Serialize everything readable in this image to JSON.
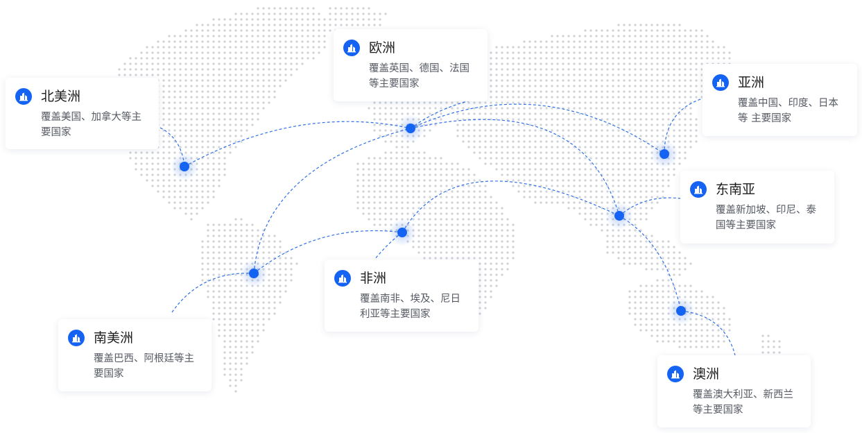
{
  "colors": {
    "accent": "#1463f3",
    "dot": "#cfd2d8",
    "route": "#2f6fe8",
    "card_title": "#1d1d1f",
    "card_text": "#555a63"
  },
  "icon": "building-badge-icon",
  "regions": [
    {
      "id": "north-america",
      "title": "北美洲",
      "desc": "覆盖美国、加拿大等主要国家"
    },
    {
      "id": "europe",
      "title": "欧洲",
      "desc": "覆盖英国、德国、法国等主要国家"
    },
    {
      "id": "asia",
      "title": "亚洲",
      "desc": "覆盖中国、印度、日本等 主要国家"
    },
    {
      "id": "southeast-asia",
      "title": "东南亚",
      "desc": "覆盖新加坡、印尼、泰国等主要国家"
    },
    {
      "id": "africa",
      "title": "非洲",
      "desc": "覆盖南非、埃及、尼日利亚等主要国家"
    },
    {
      "id": "south-america",
      "title": "南美洲",
      "desc": "覆盖巴西、阿根廷等主要国家"
    },
    {
      "id": "oceania",
      "title": "澳洲",
      "desc": "覆盖澳大利亚、新西兰等主要国家"
    }
  ]
}
